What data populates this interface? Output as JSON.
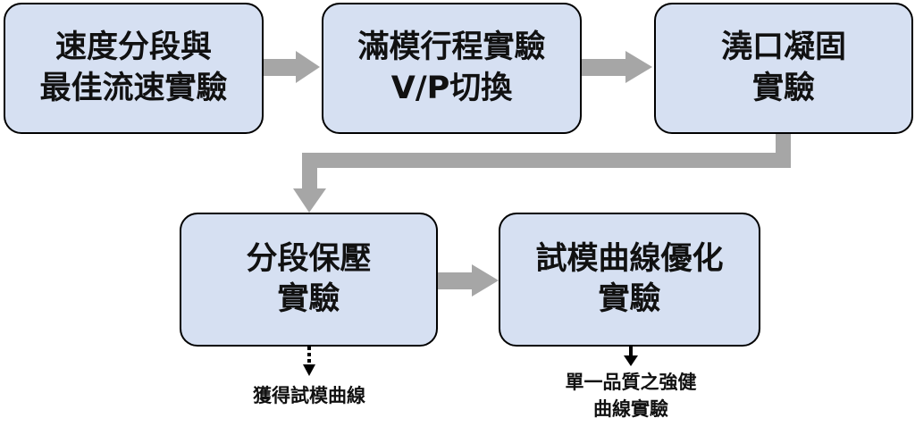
{
  "steps": [
    {
      "lines": [
        "速度分段與",
        "最佳流速實驗"
      ]
    },
    {
      "lines": [
        "滿模行程實驗",
        "V/P切換"
      ]
    },
    {
      "lines": [
        "澆口凝固",
        "實驗"
      ]
    },
    {
      "lines": [
        "分段保壓",
        "實驗"
      ]
    },
    {
      "lines": [
        "試模曲線優化",
        "實驗"
      ]
    }
  ],
  "notes": [
    {
      "lines": [
        "獲得試模曲線"
      ]
    },
    {
      "lines": [
        "單一品質之強健",
        "曲線實驗"
      ]
    }
  ],
  "colors": {
    "box_fill": "#d6e0f2",
    "box_border": "#000000",
    "arrow": "#a6a6a6",
    "note_arrow": "#000000"
  }
}
